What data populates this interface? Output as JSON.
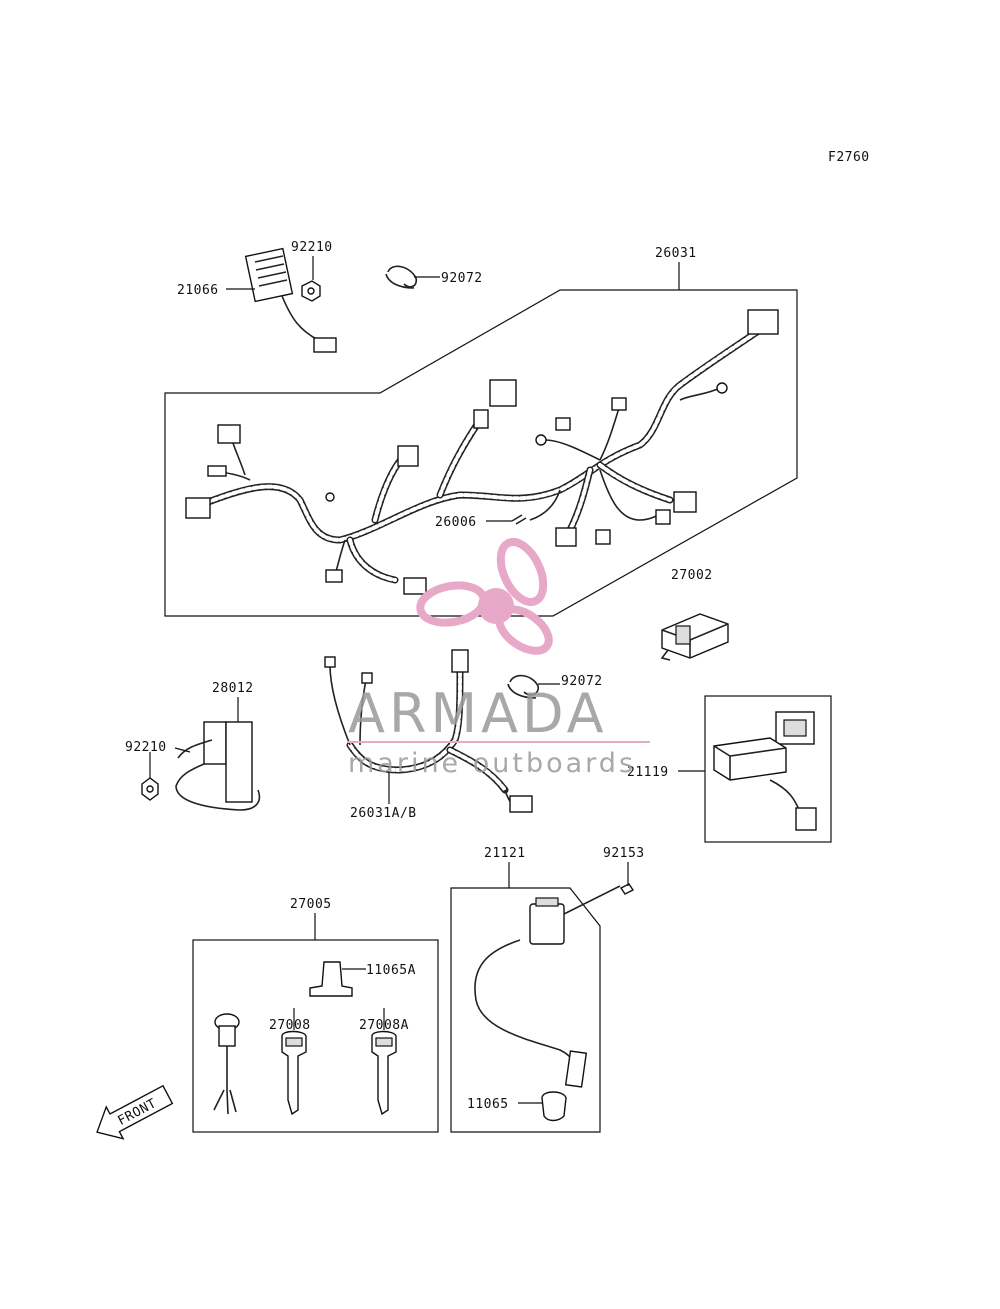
{
  "figure_code": "F2760",
  "front_label": "FRONT",
  "watermark": {
    "brand": "ARMADA",
    "tagline": "marine outboards",
    "color_logo": "#e8a8c8",
    "color_text": "#9a9a9a"
  },
  "parts": [
    {
      "id": "p_21066",
      "number": "21066"
    },
    {
      "id": "p_92210_top",
      "number": "92210"
    },
    {
      "id": "p_92072_top",
      "number": "92072"
    },
    {
      "id": "p_26031",
      "number": "26031"
    },
    {
      "id": "p_26006",
      "number": "26006"
    },
    {
      "id": "p_27002",
      "number": "27002"
    },
    {
      "id": "p_28012",
      "number": "28012"
    },
    {
      "id": "p_92210_left",
      "number": "92210"
    },
    {
      "id": "p_92072_mid",
      "number": "92072"
    },
    {
      "id": "p_21119",
      "number": "21119"
    },
    {
      "id": "p_26031ab",
      "number": "26031A/B"
    },
    {
      "id": "p_21121",
      "number": "21121"
    },
    {
      "id": "p_92153",
      "number": "92153"
    },
    {
      "id": "p_27005",
      "number": "27005"
    },
    {
      "id": "p_11065a",
      "number": "11065A"
    },
    {
      "id": "p_27008",
      "number": "27008"
    },
    {
      "id": "p_27008a",
      "number": "27008A"
    },
    {
      "id": "p_11065",
      "number": "11065"
    }
  ]
}
